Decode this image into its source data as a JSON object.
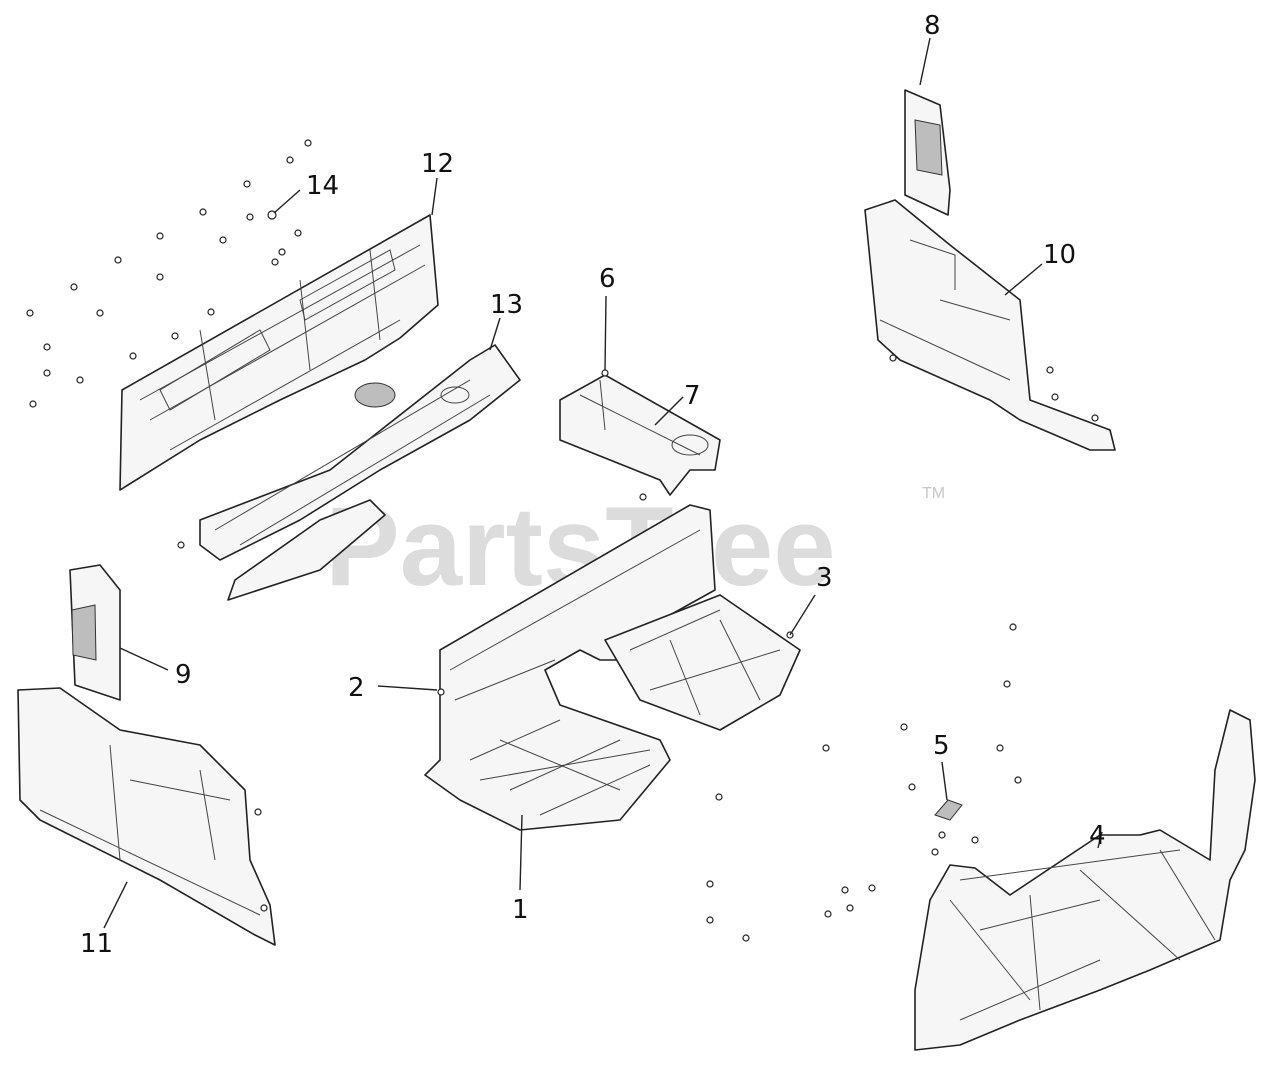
{
  "watermark": {
    "text": "PartsTree",
    "trademark": "TM"
  },
  "callouts": {
    "c1": "1",
    "c2": "2",
    "c3": "3",
    "c4": "4",
    "c5": "5",
    "c6": "6",
    "c7": "7",
    "c8": "8",
    "c9": "9",
    "c10": "10",
    "c11": "11",
    "c12": "12",
    "c13": "13",
    "c14": "14"
  }
}
